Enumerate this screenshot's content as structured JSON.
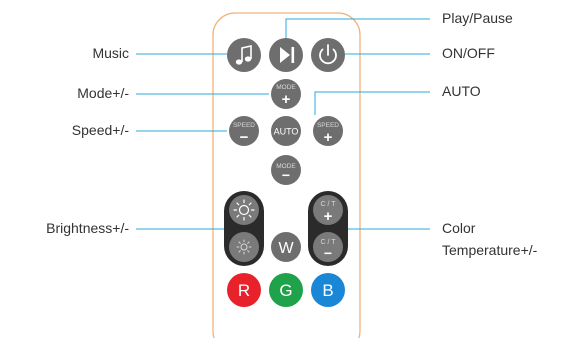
{
  "callouts": {
    "music": "Music",
    "mode": "Mode+/-",
    "speed": "Speed+/-",
    "brightness": "Brightness+/-",
    "play_pause": "Play/Pause",
    "on_off": "ON/OFF",
    "auto": "AUTO",
    "color_temp_line1": "Color",
    "color_temp_line2": "Temperature+/-"
  },
  "buttons": {
    "mode_up": {
      "top_text": "MODE",
      "symbol": "+"
    },
    "mode_down": {
      "top_text": "MODE",
      "symbol": "−"
    },
    "speed_down": {
      "top_text": "SPEED",
      "symbol": "−"
    },
    "speed_up": {
      "top_text": "SPEED",
      "symbol": "+"
    },
    "auto": {
      "text": "AUTO"
    },
    "ct_up": {
      "top_text": "C / T",
      "symbol": "+"
    },
    "ct_down": {
      "top_text": "C / T",
      "symbol": "−"
    },
    "white": {
      "text": "W"
    },
    "red": {
      "text": "R"
    },
    "green": {
      "text": "G"
    },
    "blue": {
      "text": "B"
    }
  },
  "icons": {
    "music": "music-note-icon",
    "play_pause": "play-pause-icon",
    "power": "power-icon",
    "brightness_up": "sun-bright-icon",
    "brightness_down": "sun-dim-icon"
  },
  "colors": {
    "remote_outline": "#f2b27a",
    "button_gray": "#6e6e6e",
    "button_text": "#d8d8d8",
    "rocker_body": "#2b2b2b",
    "leader_line": "#2aa8d8",
    "red": "#e8222a",
    "green": "#1fa24a",
    "blue": "#1a87d6"
  }
}
